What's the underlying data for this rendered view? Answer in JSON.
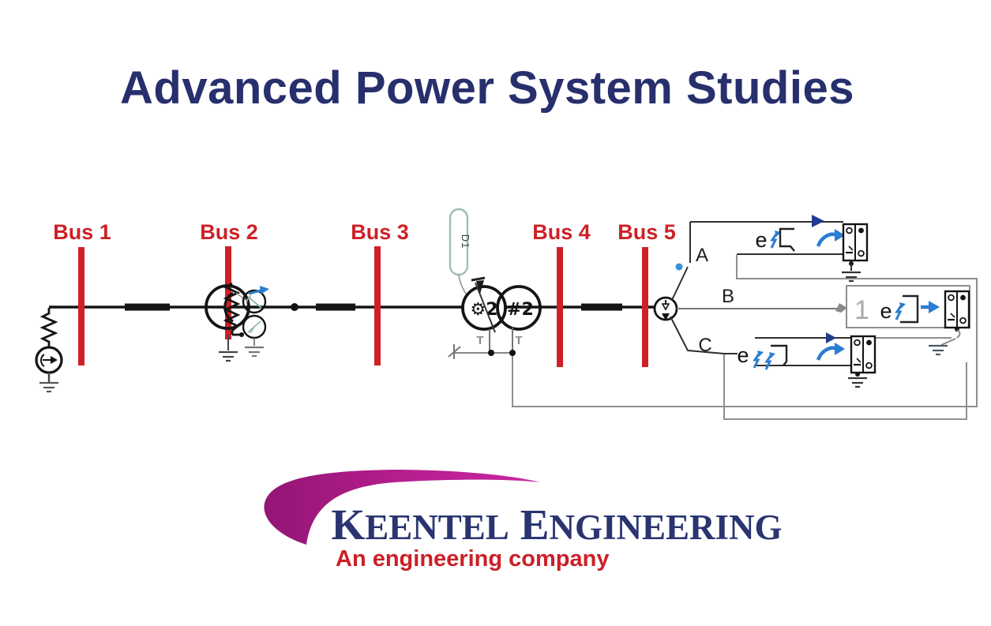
{
  "title": "Advanced Power System Studies",
  "diagram": {
    "buses": [
      "Bus 1",
      "Bus 2",
      "Bus 3",
      "Bus 4",
      "Bus 5"
    ],
    "branches": [
      "A",
      "B",
      "C"
    ],
    "transformer": {
      "primary_label": "⚙2",
      "secondary_label": "#2",
      "device_tag": "D1",
      "winding_marker": "T"
    },
    "relay": {
      "element_letter": "e",
      "tap_position": "1"
    }
  },
  "logo": {
    "word1_initial": "K",
    "word1_rest": "EENTEL",
    "word2_initial": "E",
    "word2_rest": "NGINEERING",
    "tagline": "An engineering company"
  },
  "colors": {
    "bus_red": "#cd2127",
    "title_navy": "#272f6d",
    "logo_navy": "#2a3470",
    "tagline_red": "#cb2027",
    "swoosh_magenta": "#b21c8c",
    "arrow_blue": "#2b7dd1",
    "line_gray": "#8f8f8f"
  }
}
